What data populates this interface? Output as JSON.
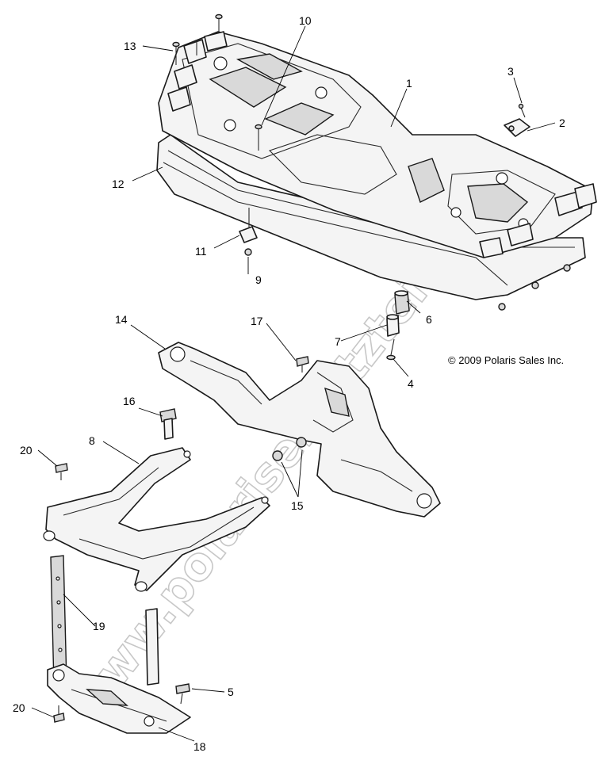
{
  "copyright": "© 2009 Polaris Sales Inc.",
  "watermark": "www.polarisersatzteile.de",
  "callouts": [
    {
      "id": "c1",
      "label": "1"
    },
    {
      "id": "c2",
      "label": "2"
    },
    {
      "id": "c3",
      "label": "3"
    },
    {
      "id": "c4",
      "label": "4"
    },
    {
      "id": "c5",
      "label": "5"
    },
    {
      "id": "c6",
      "label": "6"
    },
    {
      "id": "c7",
      "label": "7"
    },
    {
      "id": "c8",
      "label": "8"
    },
    {
      "id": "c9",
      "label": "9"
    },
    {
      "id": "c10",
      "label": "10"
    },
    {
      "id": "c11",
      "label": "11"
    },
    {
      "id": "c12",
      "label": "12"
    },
    {
      "id": "c13",
      "label": "13"
    },
    {
      "id": "c14",
      "label": "14"
    },
    {
      "id": "c15",
      "label": "15"
    },
    {
      "id": "c16",
      "label": "16"
    },
    {
      "id": "c17",
      "label": "17"
    },
    {
      "id": "c18",
      "label": "18"
    },
    {
      "id": "c19",
      "label": "19"
    },
    {
      "id": "c20a",
      "label": "20"
    },
    {
      "id": "c20b",
      "label": "20"
    }
  ]
}
